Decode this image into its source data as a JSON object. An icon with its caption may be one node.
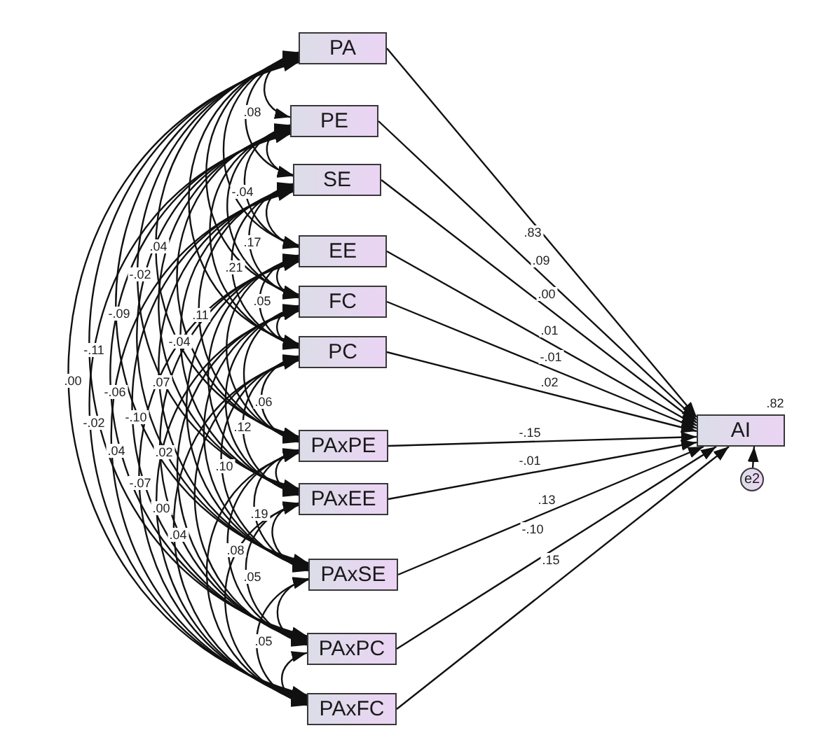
{
  "diagram": {
    "nodes": [
      {
        "text": [
          "PA"
        ]
      },
      {
        "text": [
          "PE"
        ]
      },
      {
        "text": [
          "SE"
        ]
      },
      {
        "text": [
          "EE"
        ]
      },
      {
        "text": [
          "FC"
        ]
      },
      {
        "text": [
          "PC"
        ]
      },
      {
        "text": [
          "PAxPE"
        ]
      },
      {
        "text": [
          "PAxEE"
        ]
      },
      {
        "text": [
          "PAxSE"
        ]
      },
      {
        "text": [
          "PAxPC"
        ]
      },
      {
        "text": [
          "PAxFC"
        ]
      },
      {
        "text": [
          "AI"
        ],
        "beside": [
          ".82"
        ]
      },
      {
        "text": [
          "e2"
        ]
      }
    ],
    "edges": [
      {
        "from": 0,
        "to": 11,
        "arrow": "to",
        "label": ".83"
      },
      {
        "from": 1,
        "to": 11,
        "arrow": "to",
        "label": ".09"
      },
      {
        "from": 2,
        "to": 11,
        "arrow": "to",
        "label": ".00"
      },
      {
        "from": 3,
        "to": 11,
        "arrow": "to",
        "label": ".01"
      },
      {
        "from": 4,
        "to": 11,
        "arrow": "to",
        "label": "-.01"
      },
      {
        "from": 5,
        "to": 11,
        "arrow": "to",
        "label": ".02"
      },
      {
        "from": 6,
        "to": 11,
        "arrow": "to",
        "label": "-.15"
      },
      {
        "from": 7,
        "to": 11,
        "arrow": "to",
        "label": "-.01"
      },
      {
        "from": 8,
        "to": 11,
        "arrow": "to",
        "label": ".13"
      },
      {
        "from": 9,
        "to": 11,
        "arrow": "to",
        "label": "-.10"
      },
      {
        "from": 10,
        "to": 11,
        "arrow": "to",
        "label": ".15"
      },
      {
        "from": 12,
        "to": 11,
        "arrow": "to"
      },
      {
        "from": 0,
        "to": 1,
        "arrow": "both"
      },
      {
        "from": 0,
        "to": 2,
        "arrow": "both"
      },
      {
        "from": 0,
        "to": 3,
        "arrow": "both"
      },
      {
        "from": 0,
        "to": 4,
        "arrow": "both"
      },
      {
        "from": 0,
        "to": 5,
        "arrow": "both"
      },
      {
        "from": 0,
        "to": 6,
        "arrow": "both"
      },
      {
        "from": 0,
        "to": 7,
        "arrow": "both"
      },
      {
        "from": 0,
        "to": 8,
        "arrow": "both"
      },
      {
        "from": 0,
        "to": 9,
        "arrow": "both"
      },
      {
        "from": 0,
        "to": 10,
        "arrow": "both"
      },
      {
        "from": 1,
        "to": 2,
        "arrow": "both"
      },
      {
        "from": 1,
        "to": 3,
        "arrow": "both"
      },
      {
        "from": 1,
        "to": 4,
        "arrow": "both"
      },
      {
        "from": 1,
        "to": 5,
        "arrow": "both"
      },
      {
        "from": 1,
        "to": 6,
        "arrow": "both"
      },
      {
        "from": 1,
        "to": 7,
        "arrow": "both"
      },
      {
        "from": 1,
        "to": 8,
        "arrow": "both"
      },
      {
        "from": 1,
        "to": 9,
        "arrow": "both"
      },
      {
        "from": 1,
        "to": 10,
        "arrow": "both"
      },
      {
        "from": 2,
        "to": 3,
        "arrow": "both"
      },
      {
        "from": 2,
        "to": 4,
        "arrow": "both"
      },
      {
        "from": 2,
        "to": 5,
        "arrow": "both"
      },
      {
        "from": 2,
        "to": 6,
        "arrow": "both"
      },
      {
        "from": 2,
        "to": 7,
        "arrow": "both"
      },
      {
        "from": 2,
        "to": 8,
        "arrow": "both"
      },
      {
        "from": 2,
        "to": 9,
        "arrow": "both"
      },
      {
        "from": 2,
        "to": 10,
        "arrow": "both"
      },
      {
        "from": 3,
        "to": 4,
        "arrow": "both"
      },
      {
        "from": 3,
        "to": 5,
        "arrow": "both"
      },
      {
        "from": 3,
        "to": 6,
        "arrow": "both"
      },
      {
        "from": 3,
        "to": 7,
        "arrow": "both"
      },
      {
        "from": 3,
        "to": 8,
        "arrow": "both"
      },
      {
        "from": 3,
        "to": 9,
        "arrow": "both"
      },
      {
        "from": 3,
        "to": 10,
        "arrow": "both"
      },
      {
        "from": 4,
        "to": 5,
        "arrow": "both"
      },
      {
        "from": 4,
        "to": 6,
        "arrow": "both"
      },
      {
        "from": 4,
        "to": 7,
        "arrow": "both"
      },
      {
        "from": 4,
        "to": 8,
        "arrow": "both"
      },
      {
        "from": 4,
        "to": 9,
        "arrow": "both"
      },
      {
        "from": 4,
        "to": 10,
        "arrow": "both"
      },
      {
        "from": 5,
        "to": 6,
        "arrow": "both"
      },
      {
        "from": 5,
        "to": 7,
        "arrow": "both"
      },
      {
        "from": 5,
        "to": 8,
        "arrow": "both"
      },
      {
        "from": 5,
        "to": 9,
        "arrow": "both"
      },
      {
        "from": 5,
        "to": 10,
        "arrow": "both"
      },
      {
        "from": 6,
        "to": 7,
        "arrow": "both"
      },
      {
        "from": 6,
        "to": 8,
        "arrow": "both"
      },
      {
        "from": 6,
        "to": 9,
        "arrow": "both"
      },
      {
        "from": 6,
        "to": 10,
        "arrow": "both"
      },
      {
        "from": 7,
        "to": 8,
        "arrow": "both"
      },
      {
        "from": 7,
        "to": 9,
        "arrow": "both"
      },
      {
        "from": 7,
        "to": 10,
        "arrow": "both"
      },
      {
        "from": 8,
        "to": 9,
        "arrow": "both"
      },
      {
        "from": 8,
        "to": 10,
        "arrow": "both"
      },
      {
        "from": 9,
        "to": 10,
        "arrow": "both"
      }
    ],
    "labels": [
      ".08",
      "-.04",
      ".17",
      ".04",
      ".21",
      "-.02",
      ".05",
      "-.09",
      ".11",
      "-.04",
      "-.11",
      ".00",
      ".07",
      "-.06",
      ".06",
      "-.10",
      "-.02",
      ".12",
      ".04",
      ".02",
      ".10",
      "-.07",
      ".00",
      ".19",
      ".04",
      ".08",
      ".05",
      ".05"
    ]
  }
}
